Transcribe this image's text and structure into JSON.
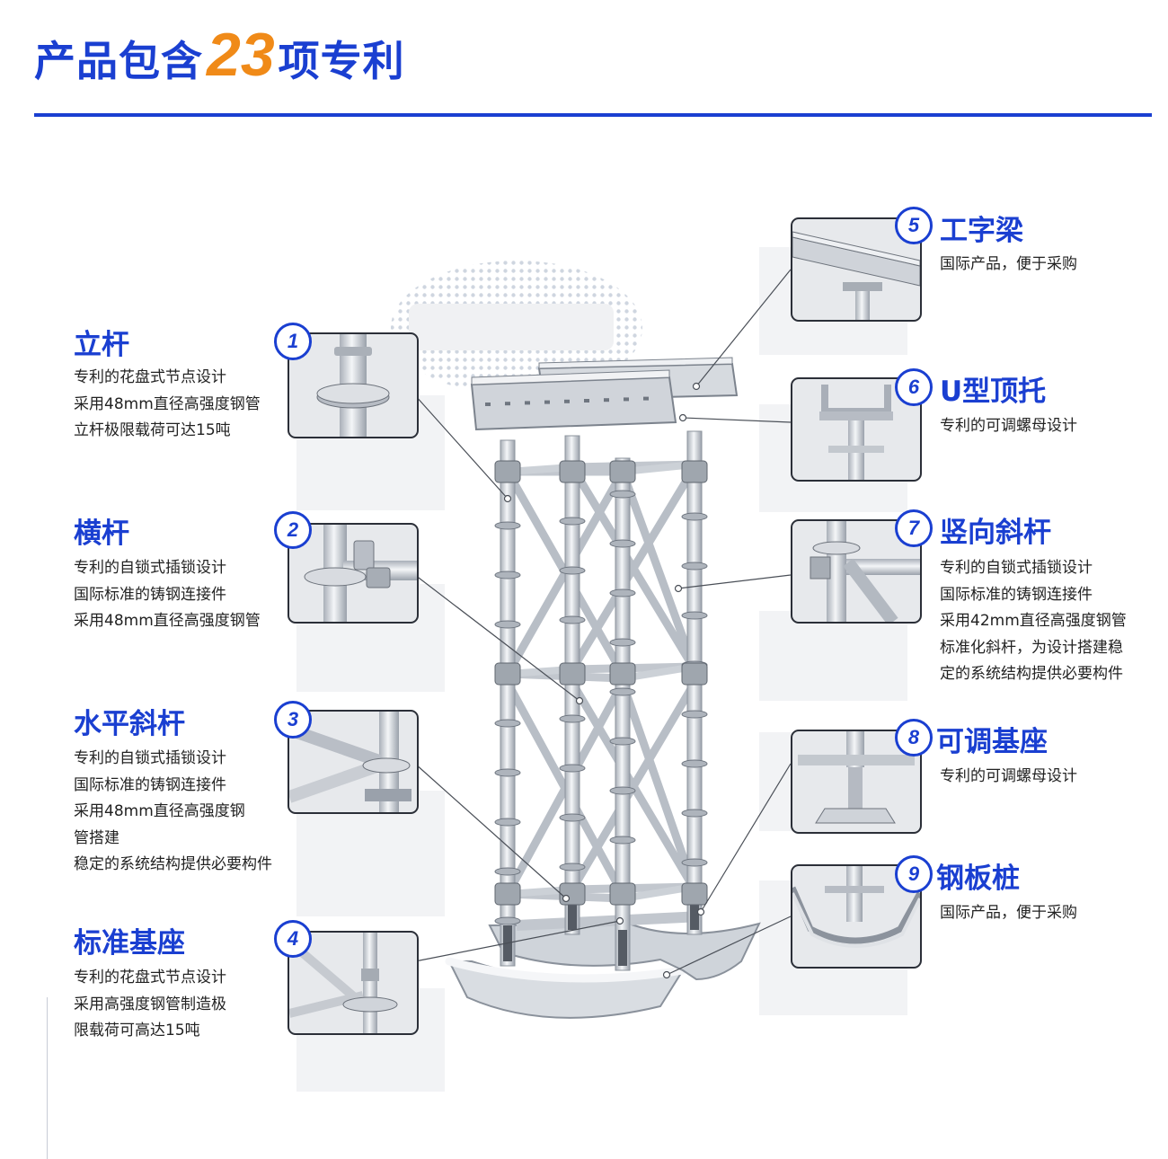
{
  "header": {
    "title_prefix": "产品包含",
    "title_number": "23",
    "title_suffix": "项专利"
  },
  "colors": {
    "brand_blue": "#1a3fd1",
    "accent_orange": "#f08a18",
    "text_dark": "#222222",
    "steel": "#c7ccd3"
  },
  "components": [
    {
      "number": "1",
      "title": "立杆",
      "lines": [
        "专利的花盘式节点设计",
        "采用48mm直径高强度钢管",
        "立杆极限载荷可达15吨"
      ],
      "icon": "vertical-pole-icon"
    },
    {
      "number": "2",
      "title": "横杆",
      "lines": [
        "专利的自锁式插锁设计",
        "国际标准的铸钢连接件",
        "采用48mm直径高强度钢管"
      ],
      "icon": "horizontal-bar-icon"
    },
    {
      "number": "3",
      "title": "水平斜杆",
      "lines": [
        "专利的自锁式插锁设计",
        "国际标准的铸钢连接件",
        "采用48mm直径高强度钢",
        "管搭建",
        "稳定的系统结构提供必要构件"
      ],
      "icon": "horizontal-brace-icon"
    },
    {
      "number": "4",
      "title": "标准基座",
      "lines": [
        "专利的花盘式节点设计",
        "采用高强度钢管制造极",
        "限载荷可高达15吨"
      ],
      "icon": "standard-base-icon"
    },
    {
      "number": "5",
      "title": "工字梁",
      "lines": [
        "国际产品，便于采购"
      ],
      "icon": "i-beam-icon"
    },
    {
      "number": "6",
      "title": "U型顶托",
      "lines": [
        "专利的可调螺母设计"
      ],
      "icon": "u-head-jack-icon"
    },
    {
      "number": "7",
      "title": "竖向斜杆",
      "lines": [
        "专利的自锁式插锁设计",
        "国际标准的铸钢连接件",
        "采用42mm直径高强度钢管",
        "标准化斜杆，为设计搭建稳",
        "定的系统结构提供必要构件"
      ],
      "icon": "vertical-brace-icon"
    },
    {
      "number": "8",
      "title": "可调基座",
      "lines": [
        "专利的可调螺母设计"
      ],
      "icon": "adjustable-base-icon"
    },
    {
      "number": "9",
      "title": "钢板桩",
      "lines": [
        "国际产品，便于采购"
      ],
      "icon": "sheet-pile-icon"
    }
  ]
}
